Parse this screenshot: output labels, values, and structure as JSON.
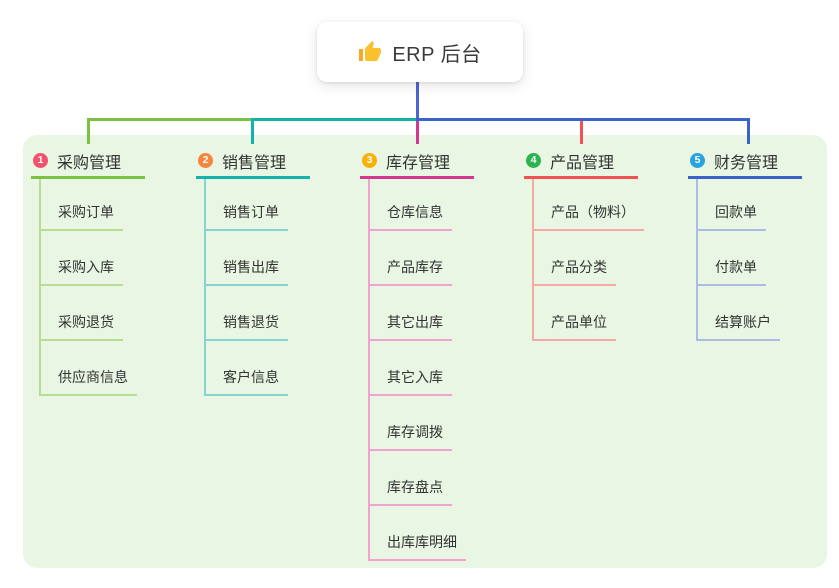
{
  "root": {
    "label": "ERP 后台",
    "icon": "thumbs-up-icon"
  },
  "panel_color": "#e8f6e3",
  "text_color": "#333333",
  "connector": {
    "stem_color": "#4a66d2"
  },
  "branches": [
    {
      "num": "1",
      "label": "采购管理",
      "badge_color": "#f4516c",
      "line_color": "#7bc143",
      "child_line_color": "#b8dc92",
      "children": [
        "采购订单",
        "采购入库",
        "采购退货",
        "供应商信息"
      ]
    },
    {
      "num": "2",
      "label": "销售管理",
      "badge_color": "#f6863d",
      "line_color": "#14b3aa",
      "child_line_color": "#84d5cf",
      "children": [
        "销售订单",
        "销售出库",
        "销售退货",
        "客户信息"
      ]
    },
    {
      "num": "3",
      "label": "库存管理",
      "badge_color": "#fab005",
      "line_color": "#d43790",
      "child_line_color": "#f0a4cd",
      "children": [
        "仓库信息",
        "产品库存",
        "其它出库",
        "其它入库",
        "库存调拨",
        "库存盘点",
        "出库库明细"
      ]
    },
    {
      "num": "4",
      "label": "产品管理",
      "badge_color": "#2eb350",
      "line_color": "#f15152",
      "child_line_color": "#f7a9a4",
      "children": [
        "产品（物料）",
        "产品分类",
        "产品单位"
      ]
    },
    {
      "num": "5",
      "label": "财务管理",
      "badge_color": "#27a3e0",
      "line_color": "#3b62cb",
      "child_line_color": "#adbae4",
      "children": [
        "回款单",
        "付款单",
        "结算账户"
      ]
    }
  ]
}
